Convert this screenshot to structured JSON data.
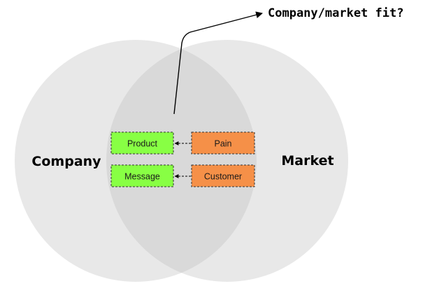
{
  "circles": {
    "left_label": "Company",
    "right_label": "Market",
    "fill_color": "#e8e8e8",
    "overlap_color": "#d9d9d9"
  },
  "fit_label": "Company/market fit?",
  "boxes": {
    "product": "Product",
    "message": "Message",
    "pain": "Pain",
    "customer": "Customer"
  },
  "colors": {
    "green_box": "#88ff44",
    "orange_box": "#f59048"
  }
}
